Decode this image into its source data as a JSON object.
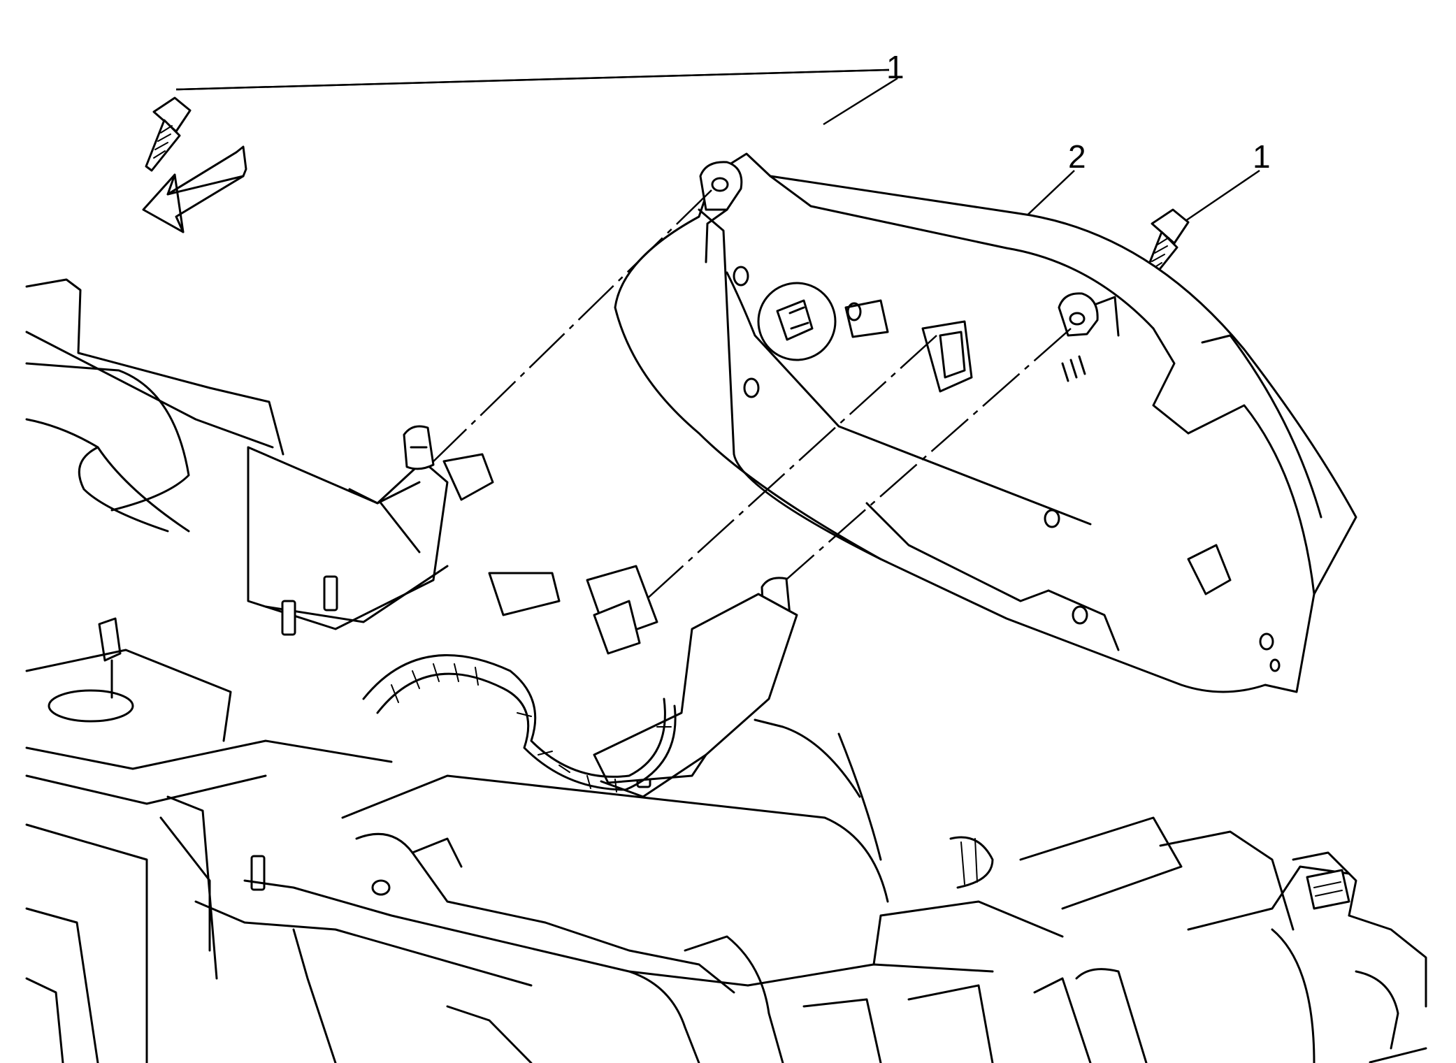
{
  "callouts": [
    {
      "id": "1",
      "label": "1"
    },
    {
      "id": "2",
      "label": "2"
    },
    {
      "id": "1",
      "label": "1"
    }
  ],
  "icons": {
    "direction": "forward-arrow-icon",
    "screw": "screw-icon"
  }
}
